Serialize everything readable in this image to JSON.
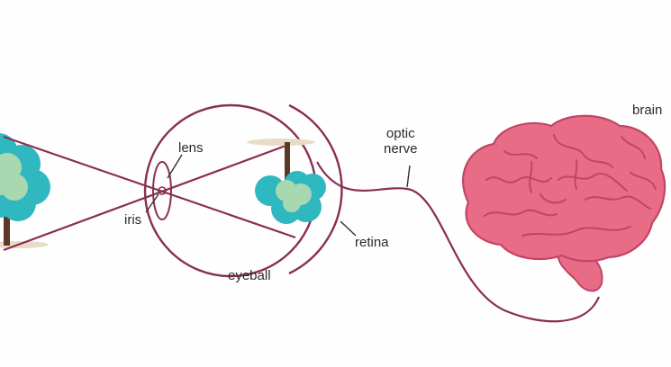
{
  "labels": {
    "lens": "lens",
    "iris": "iris",
    "eyeball": "eyeball",
    "retina": "retina",
    "optic_line1": "optic",
    "optic_line2": "nerve",
    "brain": "brain"
  },
  "colors": {
    "outline": "#8a2e52",
    "leader": "#333333",
    "tree_teal": "#2fb8c0",
    "tree_mint": "#a8d8b0",
    "tree_trunk": "#5a3a26",
    "ground": "#e8dcc8",
    "brain_fill": "#e86c86",
    "brain_line": "#c24466"
  },
  "icons": {
    "eye": "eyeball-diagram",
    "tree_object": "tree-icon",
    "tree_image": "inverted-tree-icon",
    "brain": "brain-icon"
  }
}
